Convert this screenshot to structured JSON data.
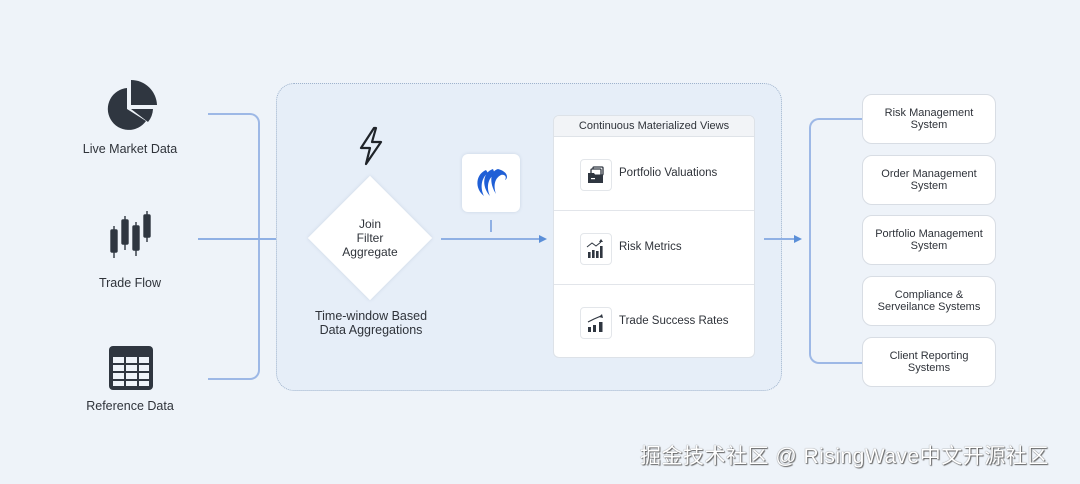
{
  "sources": [
    {
      "label": "Live Market Data",
      "icon": "pie-chart-icon"
    },
    {
      "label": "Trade Flow",
      "icon": "candlestick-icon"
    },
    {
      "label": "Reference Data",
      "icon": "table-icon"
    }
  ],
  "processing": {
    "icon": "lightning-icon",
    "operations": [
      "Join",
      "Filter",
      "Aggregate"
    ],
    "caption_line1": "Time-window Based",
    "caption_line2": "Data Aggregations",
    "engine_logo": "risingwave-wave-logo-icon"
  },
  "materialized_views": {
    "title": "Continuous Materialized Views",
    "items": [
      {
        "label": "Portfolio Valuations",
        "icon": "folder-stack-icon"
      },
      {
        "label": "Risk Metrics",
        "icon": "bar-chart-trend-icon"
      },
      {
        "label": "Trade Success Rates",
        "icon": "growth-chart-icon"
      }
    ]
  },
  "sinks": [
    {
      "line1": "Risk Management",
      "line2": "System"
    },
    {
      "line1": "Order Management",
      "line2": "System"
    },
    {
      "line1": "Portfolio Management",
      "line2": "System"
    },
    {
      "line1": "Compliance &",
      "line2": "Serveilance Systems"
    },
    {
      "line1": "Client Reporting",
      "line2": "Systems"
    }
  ],
  "colors": {
    "background": "#eef3f9",
    "panel": "#e6eef8",
    "connector": "#8fb0e4",
    "arrow": "#5b8fd8",
    "icon_dark": "#2f3640",
    "logo_blue": "#1f5fd6"
  },
  "watermark": "掘金技术社区 @ RisingWave中文开源社区"
}
